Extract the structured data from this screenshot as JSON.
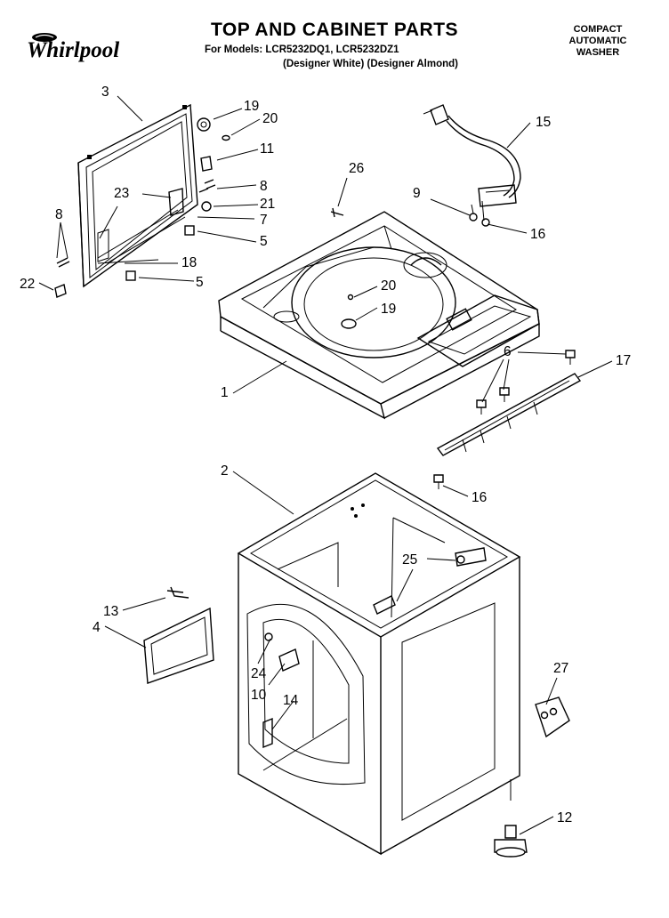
{
  "header": {
    "brand": "Whirlpool",
    "title": "TOP AND CABINET PARTS",
    "models_line": "For Models: LCR5232DQ1, LCR5232DZ1",
    "variants_line": "(Designer White)  (Designer Almond)",
    "machine_type": [
      "COMPACT",
      "AUTOMATIC",
      "WASHER"
    ]
  },
  "callouts": {
    "c1": "1",
    "c2": "2",
    "c3": "3",
    "c4": "4",
    "c5a": "5",
    "c5b": "5",
    "c6": "6",
    "c7": "7",
    "c8a": "8",
    "c8b": "8",
    "c9": "9",
    "c10": "10",
    "c11": "11",
    "c12": "12",
    "c13": "13",
    "c14": "14",
    "c15": "15",
    "c16a": "16",
    "c16b": "16",
    "c17": "17",
    "c18": "18",
    "c19a": "19",
    "c19b": "19",
    "c20a": "20",
    "c20b": "20",
    "c21": "21",
    "c22": "22",
    "c23": "23",
    "c24": "24",
    "c25": "25",
    "c26": "26",
    "c27": "27"
  },
  "icons": {
    "brand_logo": "whirlpool-logo"
  }
}
